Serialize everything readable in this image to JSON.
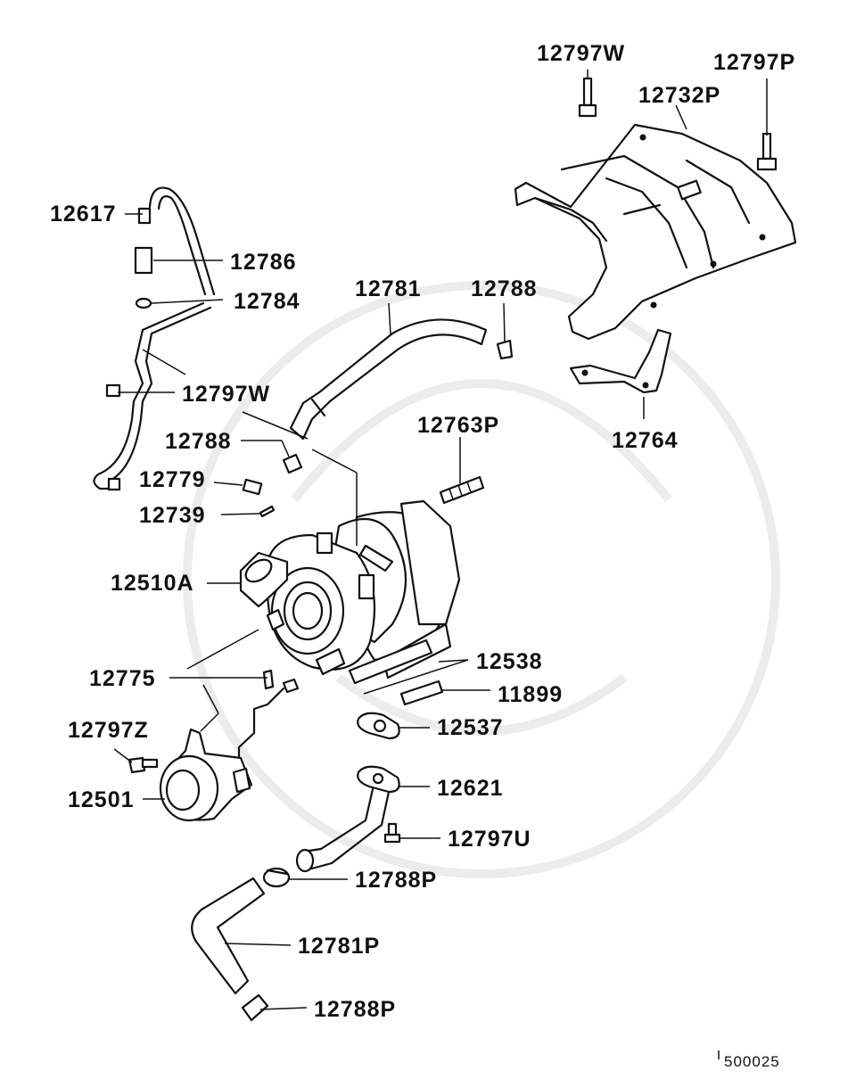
{
  "labels": {
    "p12797W_top": "12797W",
    "p12797P": "12797P",
    "p12732P": "12732P",
    "p12617": "12617",
    "p12786": "12786",
    "p12784": "12784",
    "p12781": "12781",
    "p12788_top": "12788",
    "p12797W_mid": "12797W",
    "p12764": "12764",
    "p12788_mid": "12788",
    "p12763P": "12763P",
    "p12779": "12779",
    "p12739": "12739",
    "p12510A": "12510A",
    "p12538": "12538",
    "p12775": "12775",
    "p11899": "11899",
    "p12537": "12537",
    "p12797Z": "12797Z",
    "p12501": "12501",
    "p12621": "12621",
    "p12797U": "12797U",
    "p12788P_a": "12788P",
    "p12781P": "12781P",
    "p12788P_b": "12788P"
  },
  "figure_id": "500025"
}
